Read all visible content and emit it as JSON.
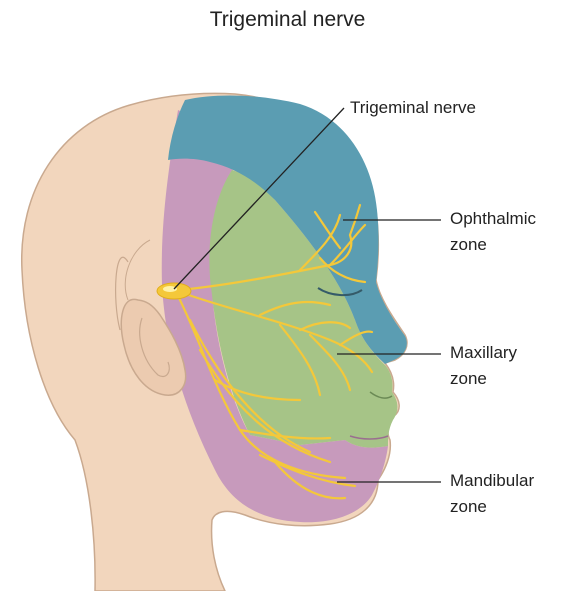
{
  "title": "Trigeminal nerve",
  "labels": {
    "nerve": "Trigeminal nerve",
    "ophthalmic": [
      "Ophthalmic",
      "zone"
    ],
    "maxillary": [
      "Maxillary",
      "zone"
    ],
    "mandibular": [
      "Mandibular",
      "zone"
    ]
  },
  "colors": {
    "skin": "#f2d6bd",
    "skin_outline": "#c9a98f",
    "ophthalmic_zone": "#5b9db2",
    "maxillary_zone": "#a6c487",
    "mandibular_zone": "#c79abc",
    "nerve": "#f4c83a",
    "leader_line": "#222222"
  }
}
